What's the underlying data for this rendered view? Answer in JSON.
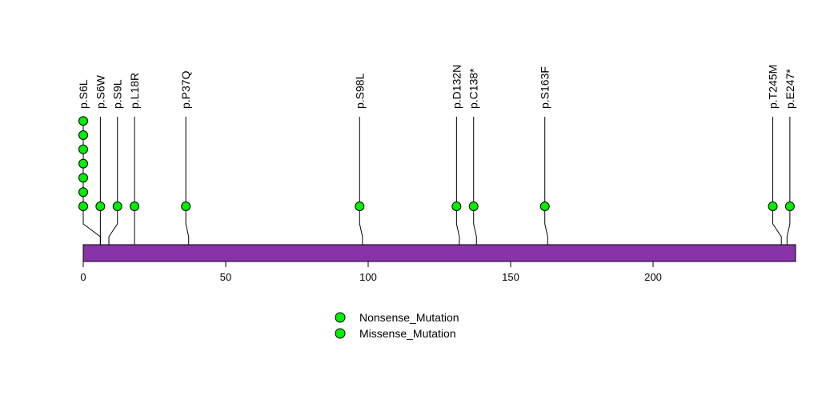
{
  "chart_data": {
    "type": "lollipop",
    "protein_length": 250,
    "x_ticks": [
      0,
      50,
      100,
      150,
      200
    ],
    "x_tick_labels": [
      "0",
      "50",
      "100",
      "150",
      "200"
    ],
    "colors": {
      "domain_bar": "#8833AA",
      "marker_fill": "#00EE00",
      "line": "#000000"
    },
    "mutations": [
      {
        "label": "p.S6L",
        "label_pos": 0,
        "pos": 6,
        "count": 7
      },
      {
        "label": "p.S6W",
        "label_pos": 6,
        "pos": 6,
        "count": 1
      },
      {
        "label": "p.S9L",
        "label_pos": 12,
        "pos": 9,
        "count": 1
      },
      {
        "label": "p.L18R",
        "label_pos": 18,
        "pos": 18,
        "count": 1
      },
      {
        "label": "p.P37Q",
        "label_pos": 36,
        "pos": 37,
        "count": 1
      },
      {
        "label": "p.S98L",
        "label_pos": 97,
        "pos": 98,
        "count": 1
      },
      {
        "label": "p.D132N",
        "label_pos": 131,
        "pos": 132,
        "count": 1
      },
      {
        "label": "p.C138*",
        "label_pos": 137,
        "pos": 138,
        "count": 1
      },
      {
        "label": "p.S163F",
        "label_pos": 162,
        "pos": 163,
        "count": 1
      },
      {
        "label": "p.T245M",
        "label_pos": 242,
        "pos": 245,
        "count": 1
      },
      {
        "label": "p.E247*",
        "label_pos": 248,
        "pos": 247,
        "count": 1
      }
    ],
    "legend": [
      {
        "label": "Nonsense_Mutation",
        "color": "#00EE00"
      },
      {
        "label": "Missense_Mutation",
        "color": "#00EE00"
      }
    ]
  }
}
